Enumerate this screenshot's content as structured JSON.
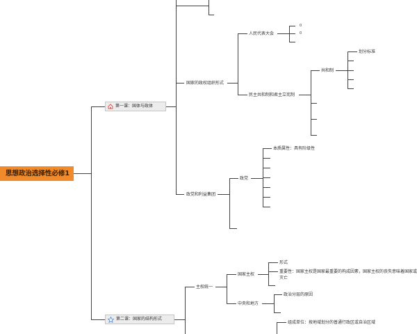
{
  "root": {
    "label": "思想政治选择性必修1"
  },
  "lesson1": {
    "label": "第一课：国体与政体",
    "icon": "home-icon",
    "icon_color": "#e0504a",
    "form": {
      "label": "国家的政权组织形式",
      "npc": {
        "label": "人民代表大会",
        "marks": [
          "0",
          "0"
        ]
      },
      "constitutional": {
        "label": "民主共和制和君主立宪制",
        "republic": {
          "label": "共和制",
          "criteria": "划分标准"
        }
      }
    },
    "parties": {
      "label": "政党和利益集团",
      "party": {
        "label": "政党",
        "essence": "本质属性：具有阶级性"
      }
    }
  },
  "lesson2": {
    "label": "第二课：国家的结构形式",
    "icon": "star-icon",
    "icon_color": "#4a8fd8",
    "unitary": {
      "label": "主权统一",
      "sovereignty": {
        "label": "国家主权",
        "form": "形式",
        "importance": "重要性：国家主权是国家最重要的构成因素，国家主权的丧失意味着国家或灭亡"
      },
      "central_local": {
        "label": "中央和地方",
        "reason": "政治分层的原因"
      },
      "unit": "组成单位：按地域划分的普通行政区或自治区域"
    }
  }
}
